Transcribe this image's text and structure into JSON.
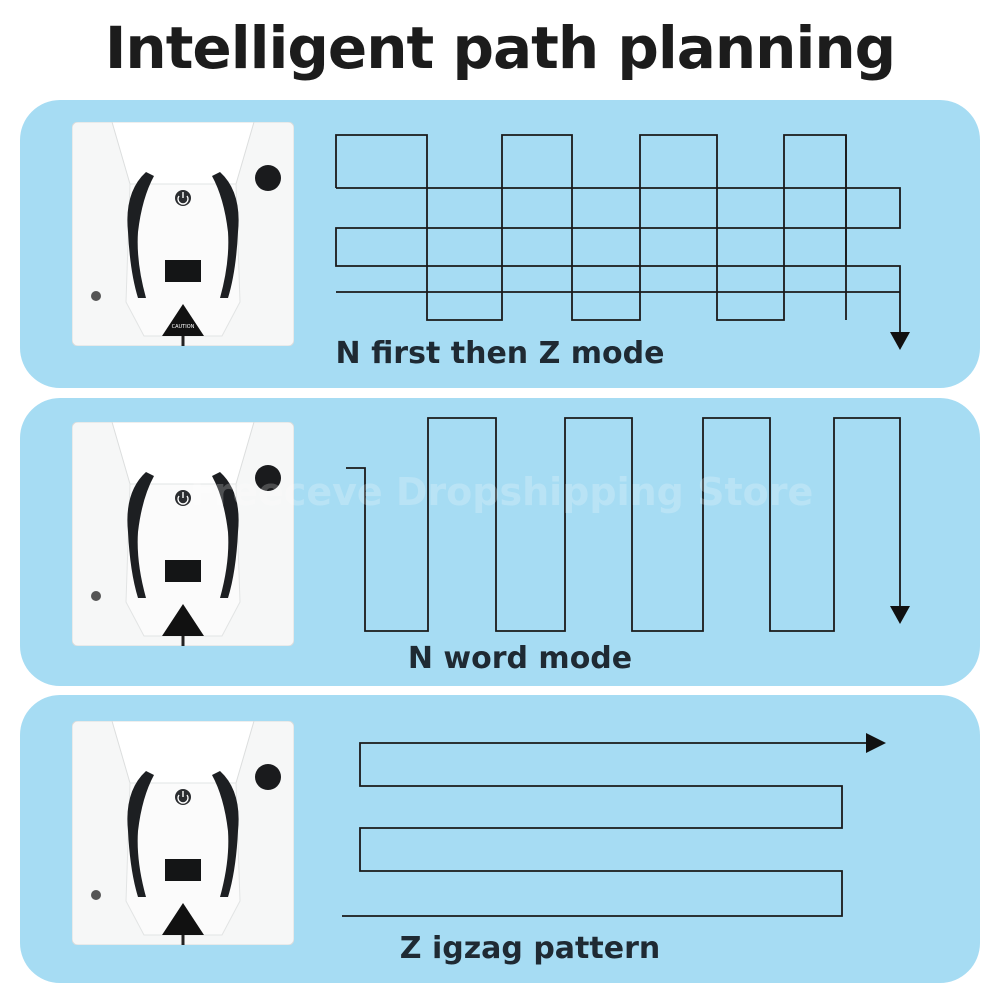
{
  "title": "Intelligent path planning",
  "watermark": "Freeceve Dropshipping Store",
  "modes": [
    {
      "label": "N first then Z mode",
      "icon": "n-then-z-path-icon"
    },
    {
      "label": "N word mode",
      "icon": "n-word-path-icon"
    },
    {
      "label": "Z igzag pattern",
      "icon": "zigzag-path-icon"
    }
  ],
  "device": {
    "caution_text": "CAUTION"
  },
  "colors": {
    "panel": "#a6dcf3",
    "title": "#1c1c1c",
    "path_line": "#1a1a1a",
    "device_body": "#f7f8f8"
  }
}
